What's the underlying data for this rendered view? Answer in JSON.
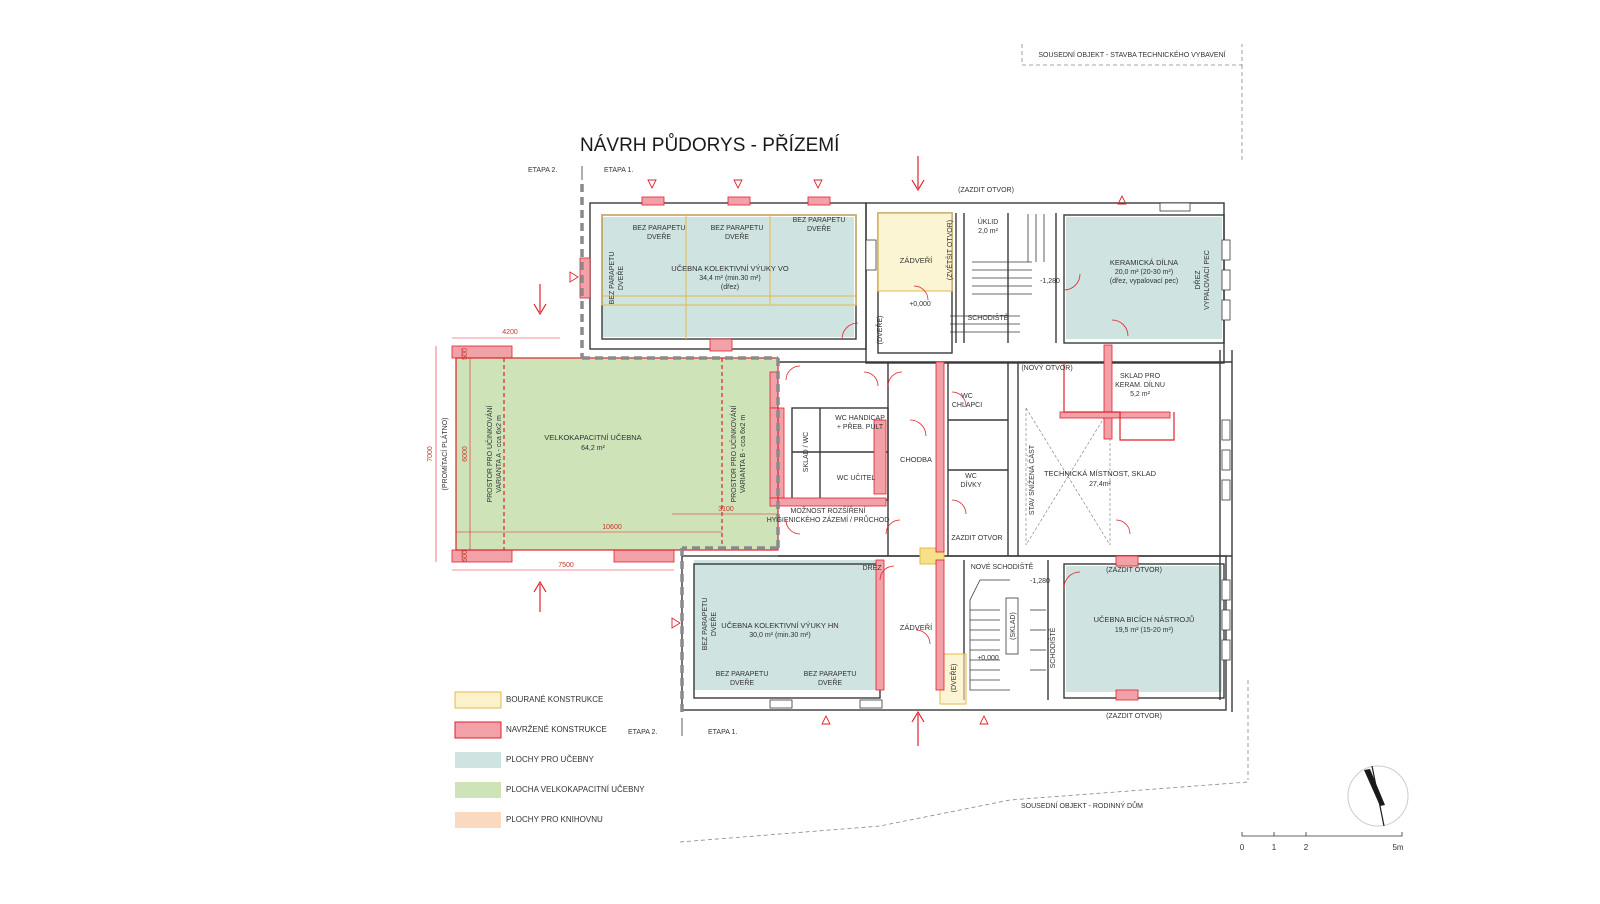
{
  "title": "NÁVRH PŮDORYS - PŘÍZEMÍ",
  "colors": {
    "classroom": "#cfe3e1",
    "large_hall": "#cfe3b9",
    "library": "#f9d9bf",
    "demolished": "#f6e08a",
    "proposed": "#f2a1a8",
    "red_line": "#e0212a",
    "wall": "#3a3a3a",
    "stage_dash": "#8a8a8a"
  },
  "neighbors": {
    "top": "SOUSEDNÍ OBJEKT - STAVBA TECHNICKÉHO VYBAVENÍ",
    "bottom": "SOUSEDNÍ OBJEKT - RODINNÝ DŮM"
  },
  "stages": {
    "top_left": "ETAPA 2.",
    "top_right": "ETAPA 1.",
    "bottom_left": "ETAPA 2.",
    "bottom_right": "ETAPA 1."
  },
  "rooms": {
    "classroom_vo": [
      "UČEBNA KOLEKTIVNÍ VÝUKY VO",
      "34,4 m² (min.30 m²)",
      "(dřez)"
    ],
    "large_hall": [
      "VELKOKAPACITNÍ UČEBNA",
      "64,2 m²"
    ],
    "stage_a": [
      "PROSTOR PRO UČINKOVÁNÍ",
      "VARIANTA A - cca 6x2 m"
    ],
    "stage_b": [
      "PROSTOR PRO UČINKOVÁNÍ",
      "VARIANTA B - cca 6x2 m"
    ],
    "projection": "(PROMÍTACÍ PLÁTNO)",
    "classroom_hn": [
      "UČEBNA KOLEKTIVNÍ VÝUKY HN",
      "30,0 m² (min.30 m²)"
    ],
    "ceramic": [
      "KERAMICKÁ DÍLNA",
      "20,0 m² (20-30 m²)",
      "(dřez, vypalovací pec)"
    ],
    "kiln": [
      "DŘEZ",
      "VYPALOVACÍ PEC"
    ],
    "ceramic_store": [
      "SKLAD PRO",
      "KERAM. DÍLNU",
      "5,2 m²"
    ],
    "technical": [
      "TECHNICKÁ MÍSTNOST, SKLAD",
      "27,4m²"
    ],
    "percussion": [
      "UČEBNA BICÍCH NÁSTROJŮ",
      "19,5 m² (15-20 m²)"
    ],
    "wc_handicap": [
      "WC HANDICAP",
      "+ PŘEB. PULT"
    ],
    "wc_teacher": "WC UČITEL",
    "store_wc": "SKLAD / WC",
    "wc_men": [
      "WC",
      "CHLAPCI"
    ],
    "wc_girls": [
      "WC",
      "DÍVKY"
    ],
    "corridor": "CHODBA",
    "back_door_top": "ZÁDVEŘÍ",
    "back_door_bottom": "ZÁDVEŘÍ",
    "cleaning": [
      "ÚKLID",
      "2,0 m²"
    ],
    "stairs_top": "SCHODIŠTĚ",
    "stairs_bottom": "SCHODIŠTĚ",
    "new_stairs": "NOVÉ SCHODIŠTĚ",
    "store_small": "(SKLAD)",
    "expansion": [
      "MOŽNOST ROZŠÍŘENÍ",
      "HYGIENICKÉHO ZÁZEMÍ / PRŮCHOD"
    ],
    "sink_hn": "DŘEZ",
    "lowered": "STAV SNÍŽENÁ ČÁST"
  },
  "notes": {
    "no_sill_door": [
      "BEZ PARAPETU",
      "DVEŘE"
    ],
    "wall_up_opening": "(ZAZDIT OTVOR)",
    "wall_up_opening_2": "ZAZDIT OTVOR",
    "new_opening": "(NOVÝ OTVOR)",
    "enlarge_opening": "(ZVĚTŠIT OTVOR)",
    "doors": "(DVEŘE)",
    "level_0": "+0,000",
    "level_minus": "-1,280"
  },
  "dims": {
    "d4200": "4200",
    "d7000": "7000",
    "d6000": "6000",
    "d500a": "500",
    "d500b": "500",
    "d10600": "10600",
    "d3100": "3100",
    "d7500": "7500"
  },
  "legend": [
    {
      "label": "BOURANÉ KONSTRUKCE",
      "color": "#f6e08a",
      "border": "#e6b94a"
    },
    {
      "label": "NAVRŽENÉ KONSTRUKCE",
      "color": "#f2a1a8",
      "border": "#e0212a"
    },
    {
      "label": "PLOCHY PRO UČEBNY",
      "color": "#cfe3e1",
      "border": "#cfe3e1"
    },
    {
      "label": "PLOCHA VELKOKAPACITNÍ UČEBNY",
      "color": "#cfe3b9",
      "border": "#cfe3b9"
    },
    {
      "label": "PLOCHY PRO KNIHOVNU",
      "color": "#f9d9bf",
      "border": "#f9d9bf"
    }
  ],
  "scale": {
    "ticks": [
      "0",
      "1",
      "2",
      "5m"
    ]
  }
}
